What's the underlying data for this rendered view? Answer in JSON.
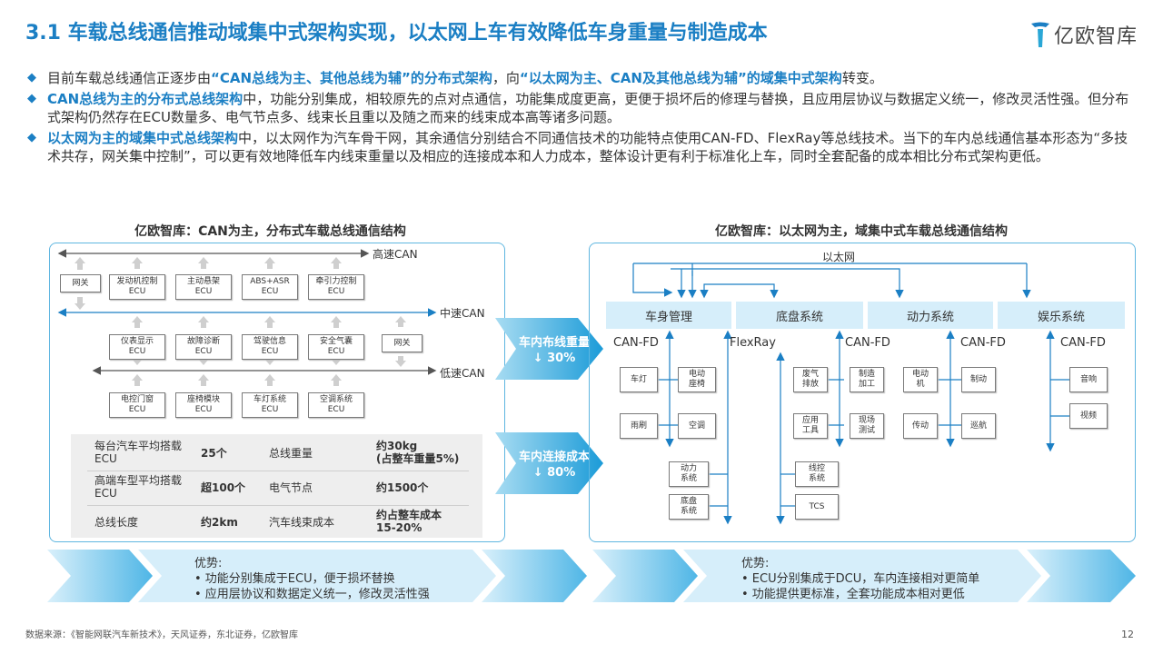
{
  "title": "3.1 车载总线通信推动域集中式架构实现，以太网上车有效降低车身重量与制造成本",
  "logo_text": "亿欧智库",
  "bullets": [
    {
      "segments": [
        {
          "t": "目前车载总线通信正逐步由",
          "h": false
        },
        {
          "t": "“CAN总线为主、其他总线为辅”的分布式架构",
          "h": true
        },
        {
          "t": "，向",
          "h": false
        },
        {
          "t": "“以太网为主、CAN及其他总线为辅”的域集中式架构",
          "h": true
        },
        {
          "t": "转变。",
          "h": false
        }
      ]
    },
    {
      "segments": [
        {
          "t": "CAN总线为主的分布式总线架构",
          "h": true
        },
        {
          "t": "中，功能分别集成，相较原先的点对点通信，功能集成度更高，更便于损坏后的修理与替换，且应用层协议与数据定义统一，修改灵活性强。但分布式架构仍然存在ECU数量多、电气节点多、线束长且重以及随之而来的线束成本高等诸多问题。",
          "h": false
        }
      ]
    },
    {
      "segments": [
        {
          "t": "以太网为主的域集中式总线架构",
          "h": true
        },
        {
          "t": "中，以太网作为汽车骨干网，其余通信分别结合不同通信技术的功能特点使用CAN-FD、FlexRay等总线技术。当下的车内总线通信基本形态为“多技术共存，网关集中控制”，可以更有效地降低车内线束重量以及相应的连接成本和人力成本，整体设计更有利于标准化上车，同时全套配备的成本相比分布式架构更低。",
          "h": false
        }
      ]
    }
  ],
  "left": {
    "title": "亿欧智库：CAN为主，分布式车载总线通信结构",
    "bus_high": "高速CAN",
    "bus_mid": "中速CAN",
    "bus_low": "低速CAN",
    "gateway1": "网关",
    "gateway2": "网关",
    "row1": [
      {
        "l1": "发动机控制",
        "l2": "ECU"
      },
      {
        "l1": "主动悬架",
        "l2": "ECU"
      },
      {
        "l1": "ABS+ASR",
        "l2": "ECU"
      },
      {
        "l1": "牵引力控制",
        "l2": "ECU"
      }
    ],
    "row2": [
      {
        "l1": "仪表显示",
        "l2": "ECU"
      },
      {
        "l1": "故障诊断",
        "l2": "ECU"
      },
      {
        "l1": "驾驶信息",
        "l2": "ECU"
      },
      {
        "l1": "安全气囊",
        "l2": "ECU"
      }
    ],
    "row3": [
      {
        "l1": "电控门窗",
        "l2": "ECU"
      },
      {
        "l1": "座椅模块",
        "l2": "ECU"
      },
      {
        "l1": "车灯系统",
        "l2": "ECU"
      },
      {
        "l1": "空调系统",
        "l2": "ECU"
      }
    ],
    "stats": [
      {
        "k1": "每台汽车平均搭载ECU",
        "v1": "25个",
        "k2": "总线重量",
        "v2a": "约30kg",
        "v2b": "(占整车重量5%)"
      },
      {
        "k1": "高端车型平均搭载ECU",
        "v1": "超100个",
        "k2": "电气节点",
        "v2a": "约1500个",
        "v2b": ""
      },
      {
        "k1": "总线长度",
        "v1": "约2km",
        "k2": "汽车线束成本",
        "v2a": "约占整车成本",
        "v2b": "15-20%"
      }
    ]
  },
  "middle": {
    "arrow1_l1": "车内布线重量",
    "arrow1_l2": "↓ 30%",
    "arrow2_l1": "车内连接成本",
    "arrow2_l2": "↓ 80%"
  },
  "right": {
    "title": "亿欧智库：以太网为主，域集中式车载总线通信结构",
    "ethernet": "以太网",
    "systems": [
      "车身管理",
      "底盘系统",
      "动力系统",
      "娱乐系统"
    ],
    "buses": [
      "CAN-FD",
      "FlexRay",
      "CAN-FD",
      "CAN-FD",
      "CAN-FD"
    ],
    "body_boxes": [
      "车灯",
      "电动\n座椅",
      "雨刷",
      "空调",
      "动力\n系统",
      "底盘\n系统"
    ],
    "chassis_boxes": [
      "废气\n排放",
      "制造\n加工",
      "应用\n工具",
      "现场\n测试",
      "线控\n系统",
      "TCS"
    ],
    "power_boxes": [
      "电动\n机",
      "制动",
      "传动",
      "巡航"
    ],
    "ent_boxes": [
      "音响",
      "视频"
    ]
  },
  "bottom": {
    "left_title": "优势:",
    "left_items": [
      "•  功能分别集成于ECU，便于损坏替换",
      "•  应用层协议和数据定义统一，修改灵活性强"
    ],
    "right_title": "优势:",
    "right_items": [
      "•  ECU分别集成于DCU，车内连接相对更简单",
      "•  功能提供更标准，全套功能成本相对更低"
    ]
  },
  "source": "数据来源：《智能网联汽车新技术》，天风证券，东北证券，亿欧智库",
  "page_number": "12"
}
